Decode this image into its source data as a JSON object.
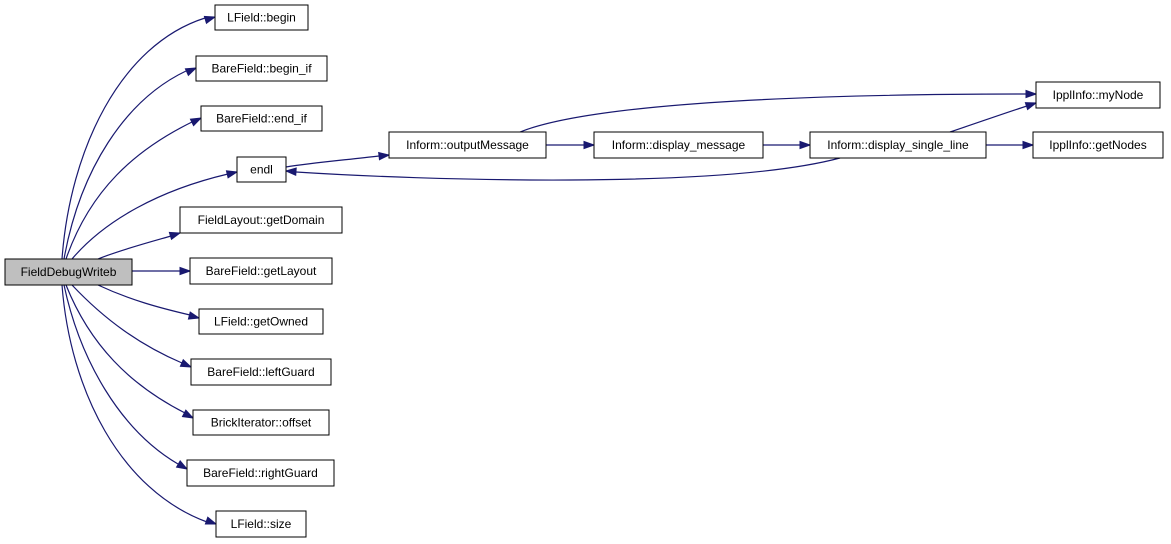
{
  "diagram": {
    "type": "call-graph",
    "colors": {
      "edge": "#191970",
      "node_fill": "#ffffff",
      "root_fill": "#bfbfbf",
      "border": "#000000"
    },
    "nodes": [
      {
        "id": "root",
        "label": "FieldDebugWriteb",
        "root": true
      },
      {
        "id": "lfield_begin",
        "label": "LField::begin"
      },
      {
        "id": "barefield_begin_if",
        "label": "BareField::begin_if"
      },
      {
        "id": "barefield_end_if",
        "label": "BareField::end_if"
      },
      {
        "id": "endl",
        "label": "endl"
      },
      {
        "id": "fieldlayout_getdomain",
        "label": "FieldLayout::getDomain"
      },
      {
        "id": "barefield_getlayout",
        "label": "BareField::getLayout"
      },
      {
        "id": "lfield_getowned",
        "label": "LField::getOwned"
      },
      {
        "id": "barefield_leftguard",
        "label": "BareField::leftGuard"
      },
      {
        "id": "brickiterator_offset",
        "label": "BrickIterator::offset"
      },
      {
        "id": "barefield_rightguard",
        "label": "BareField::rightGuard"
      },
      {
        "id": "lfield_size",
        "label": "LField::size"
      },
      {
        "id": "inform_outputmessage",
        "label": "Inform::outputMessage"
      },
      {
        "id": "inform_display_message",
        "label": "Inform::display_message"
      },
      {
        "id": "inform_display_single_line",
        "label": "Inform::display_single_line"
      },
      {
        "id": "ipplinfo_mynode",
        "label": "IpplInfo::myNode"
      },
      {
        "id": "ipplinfo_getnodes",
        "label": "IpplInfo::getNodes"
      }
    ],
    "edges": [
      {
        "from": "root",
        "to": "lfield_begin"
      },
      {
        "from": "root",
        "to": "barefield_begin_if"
      },
      {
        "from": "root",
        "to": "barefield_end_if"
      },
      {
        "from": "root",
        "to": "endl"
      },
      {
        "from": "root",
        "to": "fieldlayout_getdomain"
      },
      {
        "from": "root",
        "to": "barefield_getlayout"
      },
      {
        "from": "root",
        "to": "lfield_getowned"
      },
      {
        "from": "root",
        "to": "barefield_leftguard"
      },
      {
        "from": "root",
        "to": "brickiterator_offset"
      },
      {
        "from": "root",
        "to": "barefield_rightguard"
      },
      {
        "from": "root",
        "to": "lfield_size"
      },
      {
        "from": "endl",
        "to": "inform_outputmessage"
      },
      {
        "from": "inform_outputmessage",
        "to": "inform_display_message"
      },
      {
        "from": "inform_outputmessage",
        "to": "ipplinfo_mynode"
      },
      {
        "from": "inform_display_message",
        "to": "inform_display_single_line"
      },
      {
        "from": "inform_display_single_line",
        "to": "endl"
      },
      {
        "from": "inform_display_single_line",
        "to": "ipplinfo_mynode"
      },
      {
        "from": "inform_display_single_line",
        "to": "ipplinfo_getnodes"
      }
    ]
  }
}
